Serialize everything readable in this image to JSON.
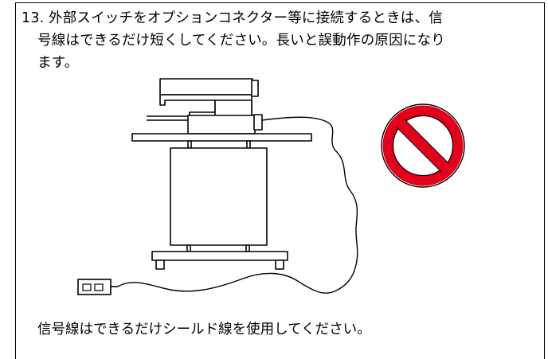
{
  "instruction": {
    "number": "13.",
    "line1": "外部スイッチをオプションコネクター等に接続するときは、信",
    "line2": "号線はできるだけ短くしてください。長いと誤動作の原因になり",
    "line3": "ます。"
  },
  "caption": "信号線はできるだけシールド線を使用してください。",
  "colors": {
    "prohibition_red": "#e3001b",
    "line": "#000000",
    "background": "#ffffff"
  },
  "icons": [
    "sewing-machine-illustration",
    "outlet-icon",
    "prohibition-icon"
  ]
}
